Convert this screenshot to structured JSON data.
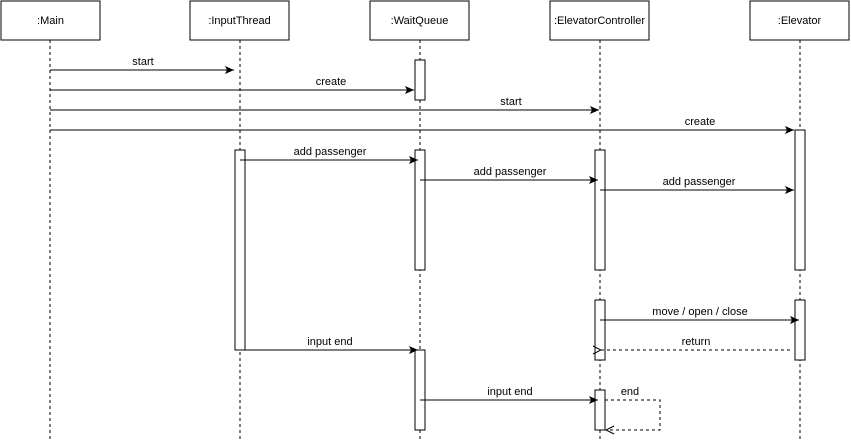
{
  "participants": [
    {
      "id": "main",
      "label": ":Main"
    },
    {
      "id": "input",
      "label": ":InputThread"
    },
    {
      "id": "queue",
      "label": ":WaitQueue"
    },
    {
      "id": "ctrl",
      "label": ":ElevatorController"
    },
    {
      "id": "elev",
      "label": ":Elevator"
    }
  ],
  "messages": [
    {
      "from": "main",
      "to": "input",
      "label": "start",
      "kind": "sync"
    },
    {
      "from": "main",
      "to": "queue",
      "label": "create",
      "kind": "sync"
    },
    {
      "from": "main",
      "to": "ctrl",
      "label": "start",
      "kind": "sync"
    },
    {
      "from": "main",
      "to": "elev",
      "label": "create",
      "kind": "sync"
    },
    {
      "from": "input",
      "to": "queue",
      "label": "add passenger",
      "kind": "sync"
    },
    {
      "from": "queue",
      "to": "ctrl",
      "label": "add passenger",
      "kind": "sync"
    },
    {
      "from": "ctrl",
      "to": "elev",
      "label": "add passenger",
      "kind": "sync"
    },
    {
      "from": "ctrl",
      "to": "elev",
      "label": "move / open / close",
      "kind": "sync"
    },
    {
      "from": "elev",
      "to": "ctrl",
      "label": "return",
      "kind": "return"
    },
    {
      "from": "input",
      "to": "queue",
      "label": "input end",
      "kind": "sync"
    },
    {
      "from": "queue",
      "to": "ctrl",
      "label": "input end",
      "kind": "sync"
    },
    {
      "from": "ctrl",
      "to": "ctrl",
      "label": "end",
      "kind": "self"
    }
  ],
  "colors": {
    "line": "#000000",
    "background": "#ffffff"
  }
}
